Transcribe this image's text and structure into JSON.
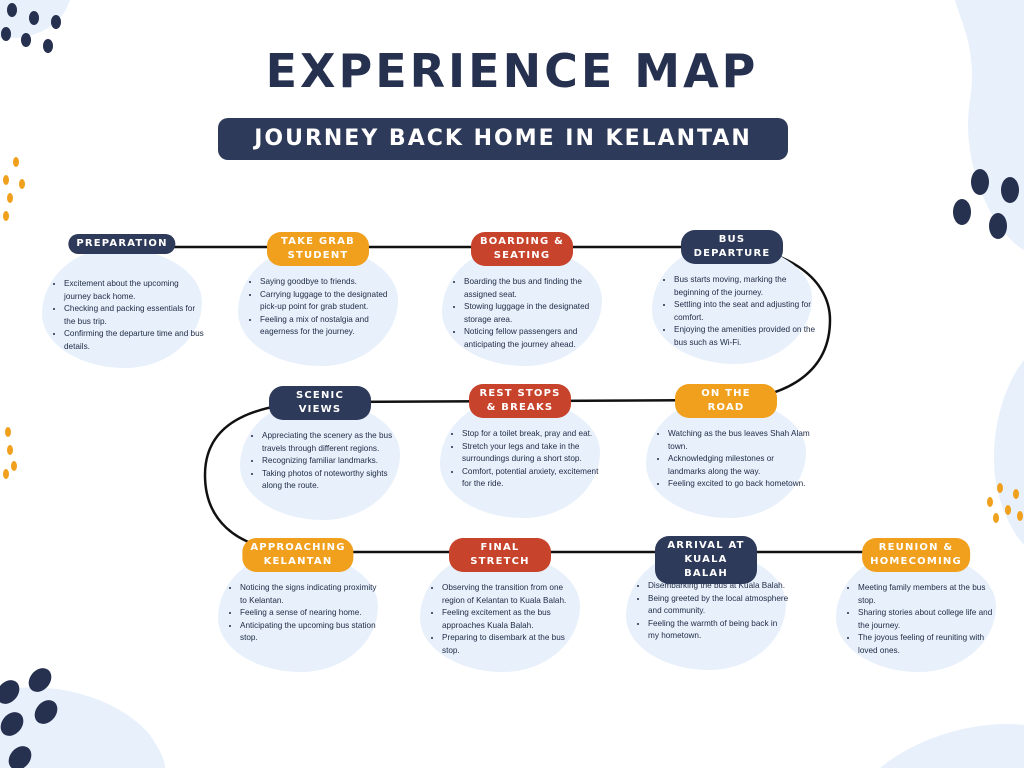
{
  "title": "EXPERIENCE MAP",
  "subtitle": "JOURNEY BACK HOME IN KELANTAN",
  "colors": {
    "navy": "#2e3a59",
    "orange": "#f0a01c",
    "red": "#c8432c",
    "blob": "#e7f0fb",
    "text": "#1f2a44"
  },
  "steps": [
    {
      "label": "PREPARATION",
      "color": "navy",
      "points": [
        "Excitement about the upcoming journey back home.",
        "Checking and packing essentials for the bus trip.",
        "Confirming the departure time and bus details."
      ]
    },
    {
      "label": "TAKE GRAB\nSTUDENT",
      "color": "orange",
      "points": [
        "Saying goodbye to friends.",
        "Carrying luggage to the designated pick-up point for grab student.",
        "Feeling a mix of nostalgia and eagerness for the journey."
      ]
    },
    {
      "label": "BOARDING &\nSEATING",
      "color": "red",
      "points": [
        "Boarding the bus and finding the assigned seat.",
        "Stowing luggage in the designated storage area.",
        "Noticing fellow passengers and anticipating the journey ahead."
      ]
    },
    {
      "label": "BUS\nDEPARTURE",
      "color": "navy",
      "points": [
        "Bus starts moving, marking the beginning of the journey.",
        "Settling into the seat and adjusting for comfort.",
        "Enjoying the amenities provided on the bus such as Wi-Fi."
      ]
    },
    {
      "label": "ON THE\nROAD",
      "color": "orange",
      "points": [
        "Watching as the bus leaves Shah Alam town.",
        "Acknowledging milestones or landmarks along the way.",
        "Feeling excited to go back hometown."
      ]
    },
    {
      "label": "REST STOPS\n& BREAKS",
      "color": "red",
      "points": [
        "Stop for a toilet break, pray and eat.",
        "Stretch your legs and take in the surroundings during a short stop.",
        "Comfort, potential anxiety, excitement for the ride."
      ]
    },
    {
      "label": "SCENIC\nVIEWS",
      "color": "navy",
      "points": [
        "Appreciating the scenery as the bus travels through different regions.",
        "Recognizing familiar landmarks.",
        "Taking photos of noteworthy sights along the route."
      ]
    },
    {
      "label": "APPROACHING\nKELANTAN",
      "color": "orange",
      "points": [
        "Noticing the signs indicating proximity to Kelantan.",
        "Feeling a sense of nearing home.",
        "Anticipating the upcoming bus station stop."
      ]
    },
    {
      "label": "FINAL\nSTRETCH",
      "color": "red",
      "points": [
        "Observing the transition from one region of Kelantan to Kuala Balah.",
        "Feeling excitement as the bus approaches Kuala Balah.",
        "Preparing to disembark at the bus stop."
      ]
    },
    {
      "label": "ARRIVAL AT\nKUALA BALAH",
      "color": "navy",
      "points": [
        "Disembarking the bus at Kuala Balah.",
        "Being greeted by the local atmosphere and community.",
        "Feeling the warmth of being back in my hometown."
      ]
    },
    {
      "label": "REUNION &\nHOMECOMING",
      "color": "orange",
      "points": [
        "Meeting family members at the bus stop.",
        "Sharing stories about college life and the journey.",
        "The joyous feeling of reuniting with loved ones."
      ]
    }
  ]
}
